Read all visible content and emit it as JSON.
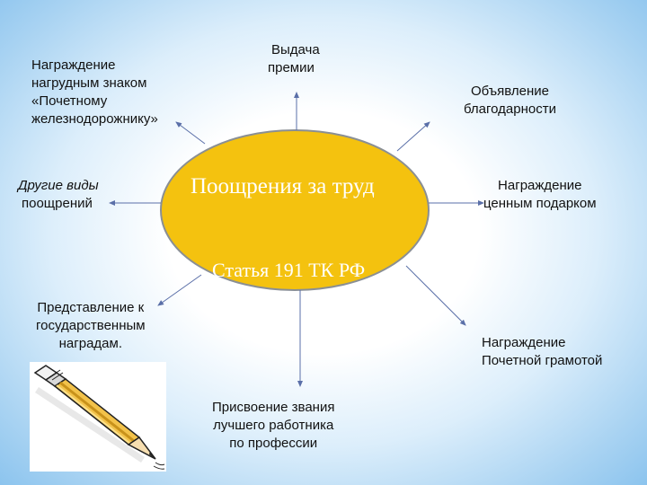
{
  "center": {
    "title": "Поощрения за труд",
    "subtitle": "Статья 191 ТК РФ"
  },
  "nodes": {
    "badge": [
      "Награждение",
      "нагрудным знаком",
      "«Почетному",
      "железнодорожнику»"
    ],
    "bonus": [
      "Выдача",
      "премии"
    ],
    "gratitude": [
      "Объявление",
      "благодарности"
    ],
    "other": [
      "Другие виды",
      "поощрений"
    ],
    "gift": [
      "Награждение",
      "ценным подарком"
    ],
    "state_awards": [
      "Представление к",
      "государственным",
      "наградам."
    ],
    "certificate": [
      "Награждение",
      "Почетной грамотой"
    ],
    "title_award": [
      "Присвоение звания",
      "лучшего работника",
      "по профессии"
    ]
  },
  "colors": {
    "ellipse_fill": "#f4c20f",
    "ellipse_stroke": "#8a8f94",
    "arrow": "#5a6fa8"
  },
  "decor": {
    "pencil": "pencil-icon"
  }
}
